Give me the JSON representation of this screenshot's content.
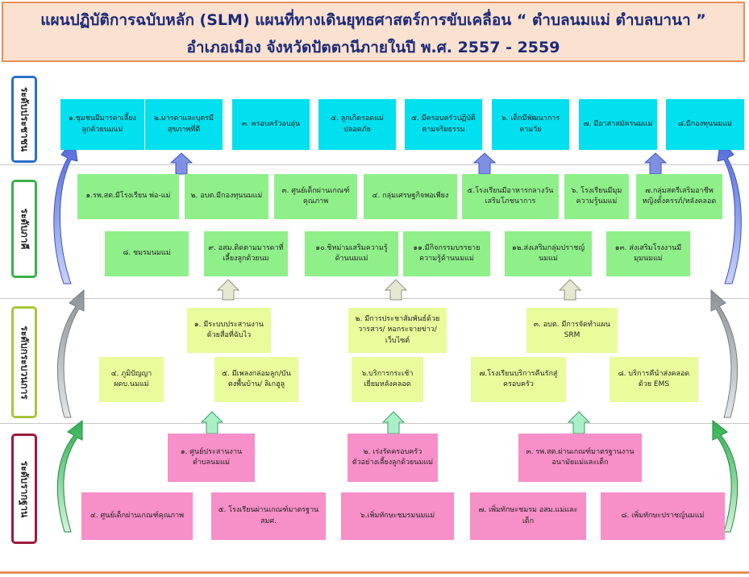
{
  "header": {
    "title_line1": "แผนปฏิบัติการฉบับหลัก (SLM) แผนที่ทางเดินยุทธศาสตร์การขับเคลื่อน “ ตำบลนมแม่ ตำบลบานา ”",
    "title_line2": "อำเภอเมือง  จังหวัดปัตตานีภายในปี พ.ศ. 2557  - 2559"
  },
  "levels": {
    "people": "ระดับประชาชน",
    "stakeholder": "ระดับภาคี",
    "process": "ระดับกระบวนการ",
    "foundation": "ระดับรากฐาน"
  },
  "people_boxes": [
    "๑.ชุมชนมีมารดาเลี้ยงลูกด้วยนมแม่",
    "๒.มารดาและบุตรมีสุขภาพที่ดี",
    "๓. ครอบครัวอบอุ่น",
    "๔. ลูกเกิดรอดแม่ปลอดภัย",
    "๕. มีครอบครัวปฏิบัติตามจริยธรรม",
    "๖. เด็กมีพัฒนาการตามวัย",
    "๗. มีอาสาสมัครนมแม่",
    "๘.มีกองทุนนมแม่"
  ],
  "stakeholder_row1": [
    "๑.รพ.สต.มีโรงเรียน พ่อ-แม่",
    "๒. อบต.มีกองทุนนมแม่",
    "๓. ศูนย์เด็กผ่านเกณฑ์คุณภาพ",
    "๔. กลุ่มเศรษฐกิจพอเพียง",
    "๕.โรงเรียนมีอาหารกลางวันเสริมโภชนาการ",
    "๖. โรงเรียนมีมุมความรู้นมแม่",
    "๗.กลุ่มสตรีเสริมอาชีพหญิงตั้งครรภ์/หลังคลอด"
  ],
  "stakeholder_row2": [
    "๘. ชมรมนมแม่",
    "๙. อสม.ติดตามมารดาที่เลี้ยงลูกด้วยนม",
    "๑๐.ชิหม่ามเสริมความรู้ด้านนมแม่",
    "๑๑.มีกิจกรรมบรรยายความรู้ด้านนมแม่",
    "๑๒.ส่งเสริมกลุ่มปราชญ์นมแม่",
    "๑๓. ส่งเสริมโรงงานมีมุมนมแม่"
  ],
  "process_row1": [
    "๑. มีระบบประสานงานด้วยสื่อที่ฉับไว",
    "๒. มีการประชาสัมพันธ์ด้วยวารสาร/ หอกระจายข่าว/เว็บไซต์",
    "๓. อบต. มีการจัดทำแผน SRM"
  ],
  "process_row2": [
    "๔. ภูมิปัญญาผดบ.นมแม่",
    "๕. มีเพลงกล่อมลูก/บันตงพื้นบ้าน/ ลิเกฮูลู",
    "๖.บริการกระเช้าเยี่ยมหลังคลอด",
    "๗.โรงเรียนบริการคืนรักสู่ครอบครัว",
    "๘. บริการคืนำส่งคลอดด้วย EMS"
  ],
  "foundation_row1": [
    "๑. ศูนย์ประสานงานตำบลนมแม่",
    "๒. เร่งรัดครอบครัวตัวอย่างเลี้ยงลูกด้วยนมแม่",
    "๓. รพ.สต.ผ่านเกณฑ์มาตรฐานงานอนามัยแม่และเด็ก"
  ],
  "foundation_row2": [
    "๔. ศูนย์เด็กผ่านเกณฑ์คุณภาพ",
    "๕. โรงเรียนผ่านเกณฑ์มาตรฐาน สมศ.",
    "๖.เพิ่มทักษะชมรมนมแม่",
    "๗. เพิ่มทักษะชมรม อสม.แม่และเด็ก",
    "๘. เพิ่มทักษะปราชญ์นมแม่"
  ],
  "colors": {
    "people": "#00e0ee",
    "stakeholder": "#8ff08a",
    "process": "#e9fb9a",
    "foundation": "#f78fc8",
    "people_border": "#2a6fc9",
    "stakeholder_border": "#3bb04a",
    "process_border": "#a6c73a",
    "foundation_border": "#9b1b3d",
    "header_border": "#e88f57"
  }
}
